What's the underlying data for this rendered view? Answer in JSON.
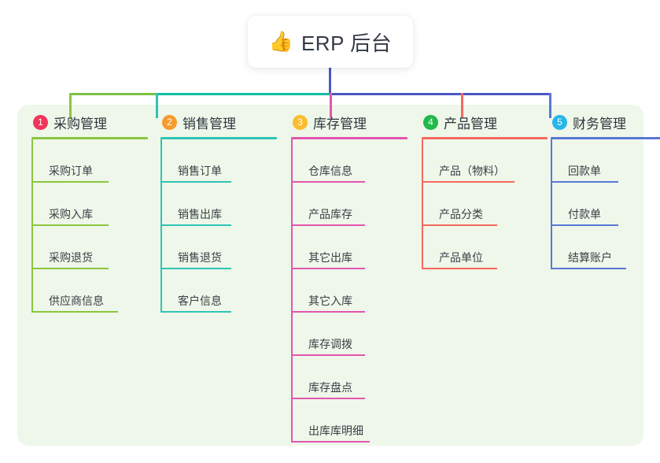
{
  "root": {
    "emoji": "👍",
    "emoji_name": "thumbs-up-icon",
    "title": "ERP 后台"
  },
  "theme": {
    "panel_bg": "#eef7e9",
    "page_bg": "#ffffff",
    "bus_left": "#7ac143",
    "bus_mid": "#12bfa0",
    "bus_right": "#4b57c4",
    "stem": "#4b57c4",
    "title_text": "#333a45"
  },
  "columns": [
    {
      "index": "1",
      "title": "采购管理",
      "badge_color": "#f0355a",
      "line_color": "#8cc63f",
      "items": [
        "采购订单",
        "采购入库",
        "采购退货",
        "供应商信息"
      ]
    },
    {
      "index": "2",
      "title": "销售管理",
      "badge_color": "#f79a2e",
      "line_color": "#2ec4b6",
      "items": [
        "销售订单",
        "销售出库",
        "销售退货",
        "客户信息"
      ]
    },
    {
      "index": "3",
      "title": "库存管理",
      "badge_color": "#fbbc2e",
      "line_color": "#e356b0",
      "items": [
        "仓库信息",
        "产品库存",
        "其它出库",
        "其它入库",
        "库存调拨",
        "库存盘点",
        "出库库明细"
      ]
    },
    {
      "index": "4",
      "title": "产品管理",
      "badge_color": "#22b84a",
      "line_color": "#f4695f",
      "items": [
        "产品（物料）",
        "产品分类",
        "产品单位"
      ]
    },
    {
      "index": "5",
      "title": "财务管理",
      "badge_color": "#28b5e8",
      "line_color": "#5878d6",
      "items": [
        "回款单",
        "付款单",
        "结算账户"
      ]
    }
  ]
}
